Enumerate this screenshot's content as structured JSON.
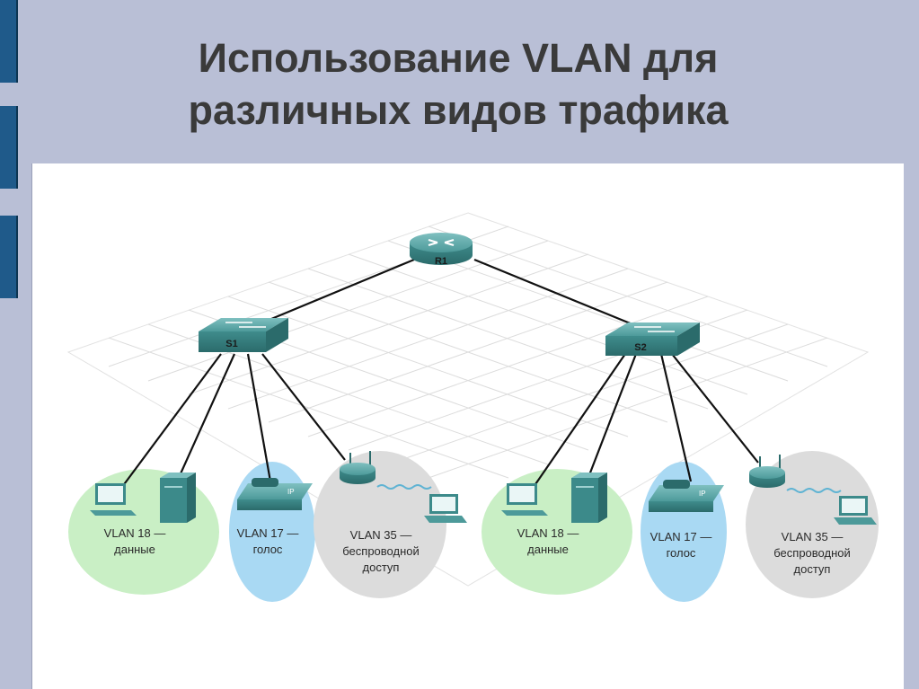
{
  "slide": {
    "title_line1": "Использование VLAN для",
    "title_line2": "различных видов трафика"
  },
  "colors": {
    "background": "#b9bfd6",
    "accent_bar": "#1f5a8a",
    "data_zone": "#c9efc5",
    "voice_zone": "#a9d9f3",
    "wireless_zone": "#dcdcdc",
    "device_teal": "#3c8a8a"
  },
  "devices": {
    "router": "R1",
    "switch_left": "S1",
    "switch_right": "S2"
  },
  "zones": {
    "left_data": {
      "line1": "VLAN 18 —",
      "line2": "данные"
    },
    "left_voice": {
      "line1": "VLAN 17 —",
      "line2": "голос"
    },
    "left_wireless": {
      "line1": "VLAN 35 —",
      "line2": "беспроводной",
      "line3": "доступ"
    },
    "right_data": {
      "line1": "VLAN 18 —",
      "line2": "данные"
    },
    "right_voice": {
      "line1": "VLAN 17 —",
      "line2": "голос"
    },
    "right_wireless": {
      "line1": "VLAN 35 —",
      "line2": "беспроводной",
      "line3": "доступ"
    }
  },
  "icons": {
    "ip_phone_badge": "IP"
  }
}
